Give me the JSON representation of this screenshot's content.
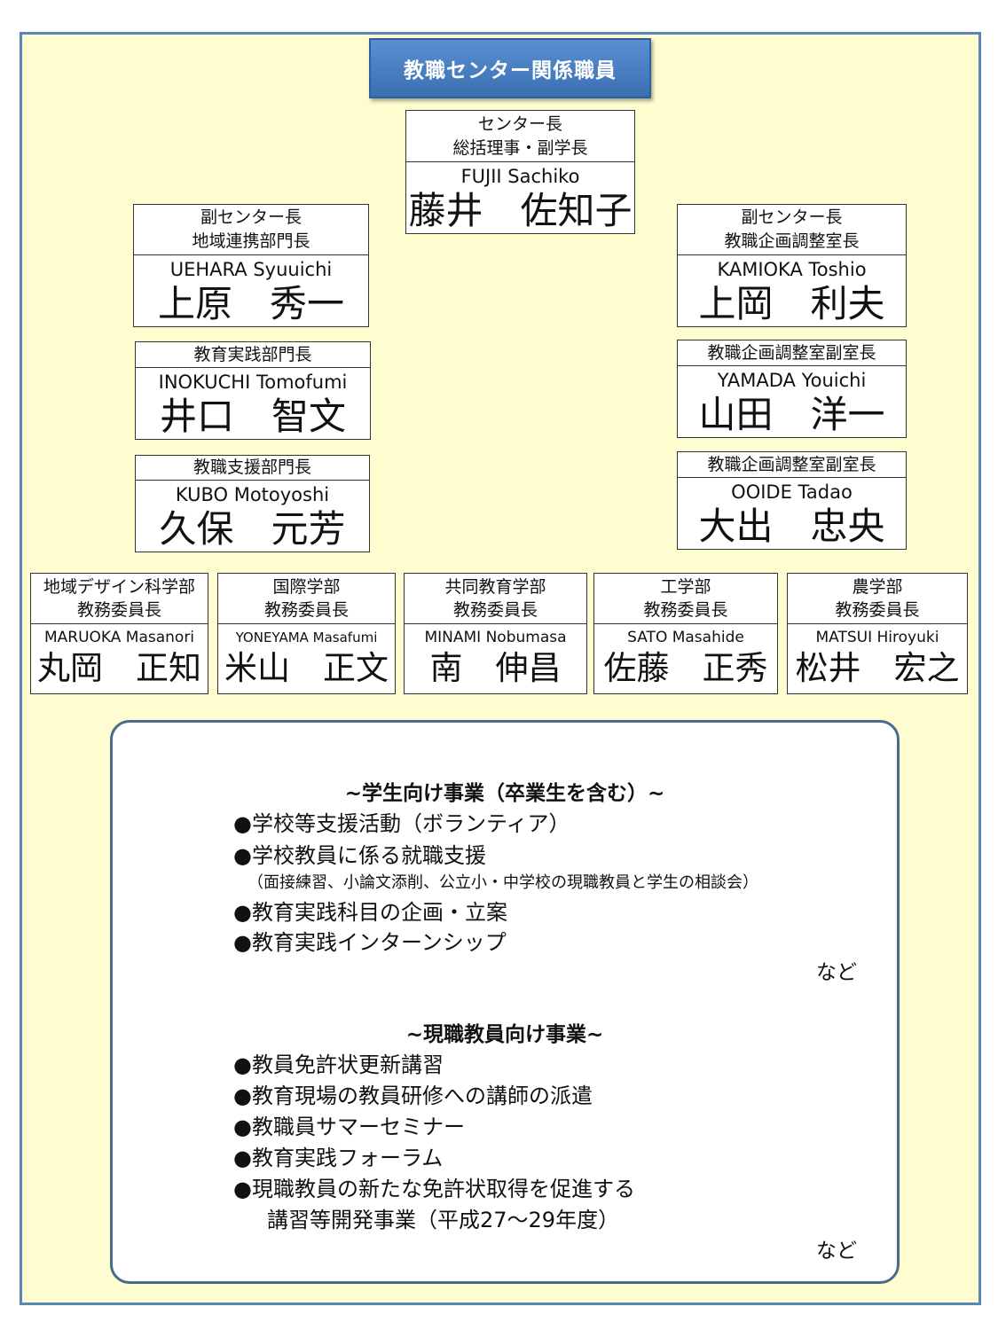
{
  "title": "教職センター関係職員",
  "director": {
    "role1": "センター長",
    "role2": "総括理事・副学長",
    "romaji": "FUJII Sachiko",
    "name": "藤井　佐知子"
  },
  "left": [
    {
      "role1": "副センター長",
      "role2": "地域連携部門長",
      "romaji": "UEHARA Syuuichi",
      "name": "上原　秀一"
    },
    {
      "role1": "教育実践部門長",
      "romaji": "INOKUCHI Tomofumi",
      "name": "井口　智文"
    },
    {
      "role1": "教職支援部門長",
      "romaji": "KUBO  Motoyoshi",
      "name": "久保　元芳"
    }
  ],
  "right": [
    {
      "role1": "副センター長",
      "role2": "教職企画調整室長",
      "romaji": "KAMIOKA Toshio",
      "name": "上岡　利夫"
    },
    {
      "role1": "教職企画調整室副室長",
      "romaji": "YAMADA  Youichi",
      "name": "山田　洋一"
    },
    {
      "role1": "教職企画調整室副室長",
      "romaji": "OOIDE Tadao",
      "name": "大出　忠央"
    }
  ],
  "faculty": [
    {
      "role1": "地域デザイン科学部",
      "role2": "教務委員長",
      "romaji": "MARUOKA Masanori",
      "name": "丸岡　正知"
    },
    {
      "role1": "国際学部",
      "role2": "教務委員長",
      "romaji": "YONEYAMA Masafumi",
      "name": "米山　正文"
    },
    {
      "role1": "共同教育学部",
      "role2": "教務委員長",
      "romaji": "MINAMI  Nobumasa",
      "name": "南　伸昌"
    },
    {
      "role1": "工学部",
      "role2": "教務委員長",
      "romaji": "SATO Masahide",
      "name": "佐藤　正秀"
    },
    {
      "role1": "農学部",
      "role2": "教務委員長",
      "romaji": "MATSUI  Hiroyuki",
      "name": "松井　宏之"
    }
  ],
  "students": {
    "heading": "~学生向け事業（卒業生を含む）~",
    "items": [
      "●学校等支援活動（ボランティア）",
      "●学校教員に係る就職支援",
      "●教育実践科目の企画・立案",
      "●教育実践インターンシップ"
    ],
    "sub": "（面接練習、小論文添削、公立小・中学校の現職教員と学生の相談会）",
    "etc": "など"
  },
  "teachers": {
    "heading": "~現職教員向け事業~",
    "items": [
      "●教員免許状更新講習",
      "●教育現場の教員研修への講師の派遣",
      "●教職員サマーセミナー",
      "●教育実践フォーラム",
      "●現職教員の新たな免許状取得を促進する"
    ],
    "cont": "講習等開発事業（平成27～29年度）",
    "etc": "など"
  }
}
